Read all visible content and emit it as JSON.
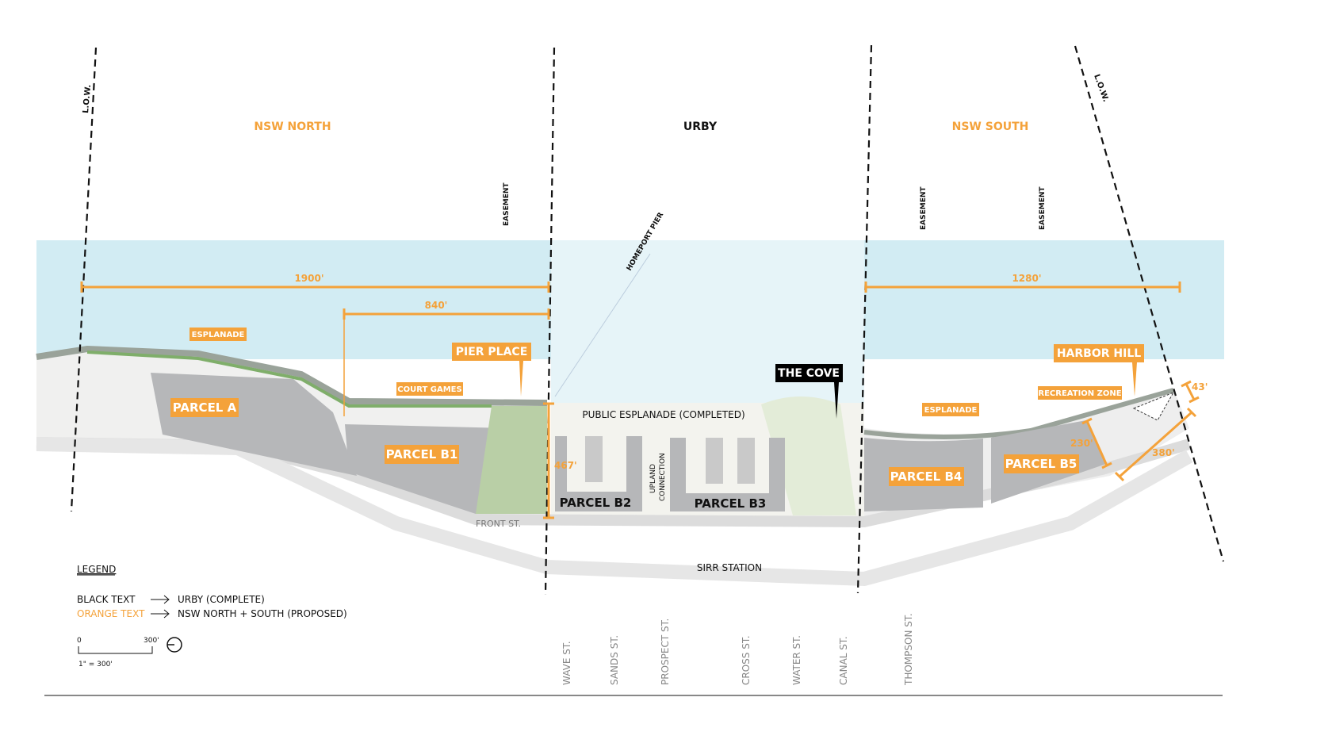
{
  "zones": {
    "north": "NSW NORTH",
    "urby": "URBY",
    "south": "NSW SOUTH"
  },
  "low_labels": [
    "L.O.W.",
    "L.O.W."
  ],
  "easements": [
    "EASEMENT",
    "EASEMENT",
    "EASEMENT"
  ],
  "homeport_pier": "HOMEPORT PIER",
  "dimensions": {
    "d1900": "1900'",
    "d840": "840'",
    "d1280": "1280'",
    "d467": "467'",
    "d43": "43'",
    "d230": "230'",
    "d380": "380'"
  },
  "tags": {
    "esplanade_north": "ESPLANADE",
    "pier_place": "PIER PLACE",
    "court_games": "COURT GAMES",
    "parcel_a": "PARCEL A",
    "parcel_b1": "PARCEL B1",
    "the_cove": "THE COVE",
    "harbor_hill": "HARBOR HILL",
    "recreation_zone": "RECREATION ZONE",
    "esplanade_south": "ESPLANADE",
    "parcel_b4": "PARCEL B4",
    "parcel_b5": "PARCEL B5"
  },
  "black_labels": {
    "public_esplanade": "PUBLIC ESPLANADE (COMPLETED)",
    "parcel_b2": "PARCEL B2",
    "parcel_b3": "PARCEL B3",
    "upland_1": "UPLAND",
    "upland_2": "CONNECTION",
    "sirr_station": "SIRR STATION",
    "front_st": "FRONT ST."
  },
  "streets": [
    "WAVE ST.",
    "SANDS ST.",
    "PROSPECT ST.",
    "CROSS ST.",
    "WATER ST.",
    "CANAL ST.",
    "THOMPSON ST."
  ],
  "legend": {
    "title": "LEGEND",
    "rows": [
      {
        "key": "BLACK TEXT",
        "value": "URBY (COMPLETE)",
        "color": "#111111"
      },
      {
        "key": "ORANGE TEXT",
        "value": "NSW NORTH + SOUTH (PROPOSED)",
        "color": "#f4a23a"
      }
    ]
  },
  "scale": {
    "start": "0",
    "end": "300'",
    "ratio": "1\" = 300'"
  },
  "icons": {
    "north_arrow": "north-arrow-icon",
    "legend_arrow": "arrow-right-icon"
  },
  "colors": {
    "orange": "#f4a23a",
    "water": "#d2ecf3",
    "parcel": "#b6b7b9",
    "black_tag": "#000000"
  }
}
